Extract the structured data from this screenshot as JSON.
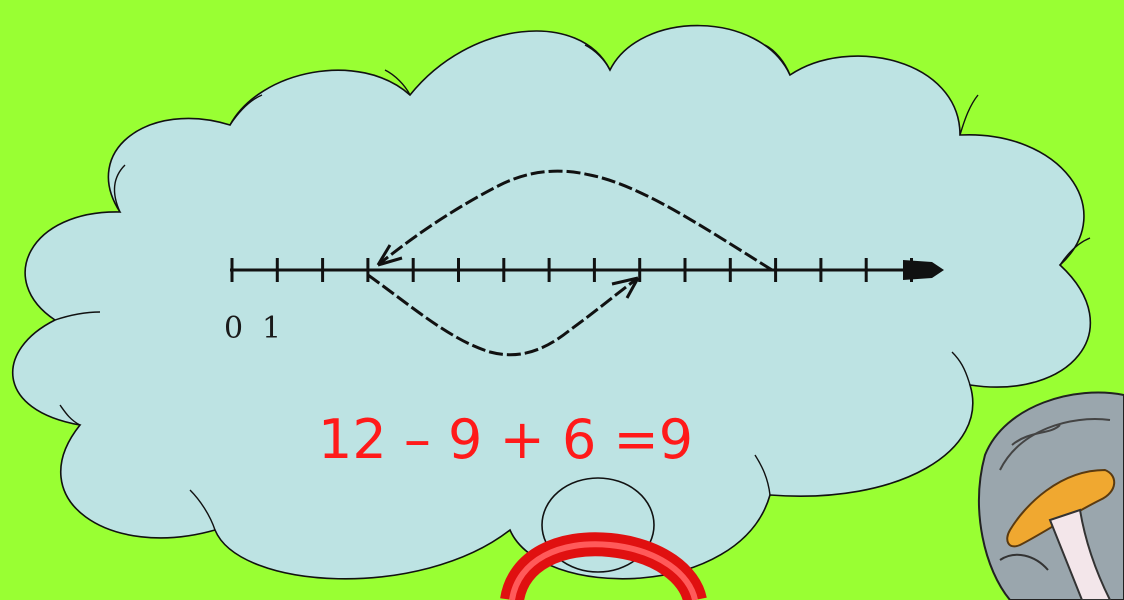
{
  "number_line": {
    "labels": [
      "0",
      "1"
    ],
    "tick_count": 16
  },
  "equation": {
    "text": "12 – 9 + 6 =9"
  },
  "colors": {
    "background": "#99ff33",
    "cloud_fill": "#bde3e3",
    "equation": "#ff1a1a",
    "line": "#111111",
    "mushroom_cap": "#f0a830"
  }
}
